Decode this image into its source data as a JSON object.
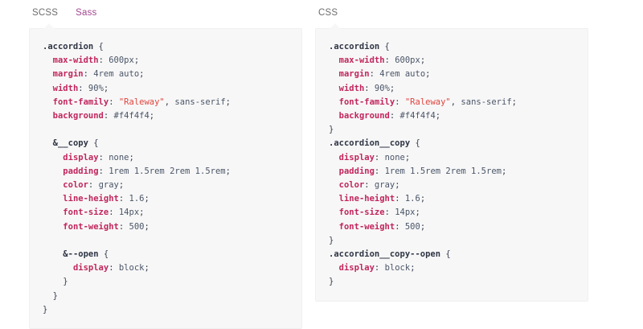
{
  "panels": [
    {
      "id": "scss-panel",
      "tabs": [
        {
          "label": "SCSS",
          "state": "active"
        },
        {
          "label": "Sass",
          "state": "link"
        }
      ],
      "language": "scss",
      "lines": [
        [
          {
            "t": ".accordion",
            "c": "sel"
          },
          {
            "t": " ",
            "c": "punct"
          },
          {
            "t": "{",
            "c": "brace"
          }
        ],
        [
          {
            "t": "  ",
            "c": "punct"
          },
          {
            "t": "max-width",
            "c": "prop"
          },
          {
            "t": ": ",
            "c": "punct"
          },
          {
            "t": "600px",
            "c": "val"
          },
          {
            "t": ";",
            "c": "punct"
          }
        ],
        [
          {
            "t": "  ",
            "c": "punct"
          },
          {
            "t": "margin",
            "c": "prop"
          },
          {
            "t": ": ",
            "c": "punct"
          },
          {
            "t": "4rem auto",
            "c": "val"
          },
          {
            "t": ";",
            "c": "punct"
          }
        ],
        [
          {
            "t": "  ",
            "c": "punct"
          },
          {
            "t": "width",
            "c": "prop"
          },
          {
            "t": ": ",
            "c": "punct"
          },
          {
            "t": "90%",
            "c": "val"
          },
          {
            "t": ";",
            "c": "punct"
          }
        ],
        [
          {
            "t": "  ",
            "c": "punct"
          },
          {
            "t": "font-family",
            "c": "prop"
          },
          {
            "t": ": ",
            "c": "punct"
          },
          {
            "t": "\"Raleway\"",
            "c": "str"
          },
          {
            "t": ", ",
            "c": "punct"
          },
          {
            "t": "sans-serif",
            "c": "val"
          },
          {
            "t": ";",
            "c": "punct"
          }
        ],
        [
          {
            "t": "  ",
            "c": "punct"
          },
          {
            "t": "background",
            "c": "prop"
          },
          {
            "t": ": ",
            "c": "punct"
          },
          {
            "t": "#f4f4f4",
            "c": "val"
          },
          {
            "t": ";",
            "c": "punct"
          }
        ],
        [
          {
            "t": "",
            "c": "punct"
          }
        ],
        [
          {
            "t": "  ",
            "c": "punct"
          },
          {
            "t": "&__copy",
            "c": "sel"
          },
          {
            "t": " ",
            "c": "punct"
          },
          {
            "t": "{",
            "c": "brace"
          }
        ],
        [
          {
            "t": "    ",
            "c": "punct"
          },
          {
            "t": "display",
            "c": "prop"
          },
          {
            "t": ": ",
            "c": "punct"
          },
          {
            "t": "none",
            "c": "val"
          },
          {
            "t": ";",
            "c": "punct"
          }
        ],
        [
          {
            "t": "    ",
            "c": "punct"
          },
          {
            "t": "padding",
            "c": "prop"
          },
          {
            "t": ": ",
            "c": "punct"
          },
          {
            "t": "1rem 1.5rem 2rem 1.5rem",
            "c": "val"
          },
          {
            "t": ";",
            "c": "punct"
          }
        ],
        [
          {
            "t": "    ",
            "c": "punct"
          },
          {
            "t": "color",
            "c": "prop"
          },
          {
            "t": ": ",
            "c": "punct"
          },
          {
            "t": "gray",
            "c": "val"
          },
          {
            "t": ";",
            "c": "punct"
          }
        ],
        [
          {
            "t": "    ",
            "c": "punct"
          },
          {
            "t": "line-height",
            "c": "prop"
          },
          {
            "t": ": ",
            "c": "punct"
          },
          {
            "t": "1.6",
            "c": "val"
          },
          {
            "t": ";",
            "c": "punct"
          }
        ],
        [
          {
            "t": "    ",
            "c": "punct"
          },
          {
            "t": "font-size",
            "c": "prop"
          },
          {
            "t": ": ",
            "c": "punct"
          },
          {
            "t": "14px",
            "c": "val"
          },
          {
            "t": ";",
            "c": "punct"
          }
        ],
        [
          {
            "t": "    ",
            "c": "punct"
          },
          {
            "t": "font-weight",
            "c": "prop"
          },
          {
            "t": ": ",
            "c": "punct"
          },
          {
            "t": "500",
            "c": "val"
          },
          {
            "t": ";",
            "c": "punct"
          }
        ],
        [
          {
            "t": "",
            "c": "punct"
          }
        ],
        [
          {
            "t": "    ",
            "c": "punct"
          },
          {
            "t": "&--open",
            "c": "sel"
          },
          {
            "t": " ",
            "c": "punct"
          },
          {
            "t": "{",
            "c": "brace"
          }
        ],
        [
          {
            "t": "      ",
            "c": "punct"
          },
          {
            "t": "display",
            "c": "prop"
          },
          {
            "t": ": ",
            "c": "punct"
          },
          {
            "t": "block",
            "c": "val"
          },
          {
            "t": ";",
            "c": "punct"
          }
        ],
        [
          {
            "t": "    ",
            "c": "punct"
          },
          {
            "t": "}",
            "c": "brace"
          }
        ],
        [
          {
            "t": "  ",
            "c": "punct"
          },
          {
            "t": "}",
            "c": "brace"
          }
        ],
        [
          {
            "t": "",
            "c": "punct"
          },
          {
            "t": "}",
            "c": "brace"
          }
        ]
      ]
    },
    {
      "id": "css-panel",
      "tabs": [
        {
          "label": "CSS",
          "state": "active"
        }
      ],
      "language": "css",
      "lines": [
        [
          {
            "t": ".accordion",
            "c": "sel"
          },
          {
            "t": " ",
            "c": "punct"
          },
          {
            "t": "{",
            "c": "brace"
          }
        ],
        [
          {
            "t": "  ",
            "c": "punct"
          },
          {
            "t": "max-width",
            "c": "prop"
          },
          {
            "t": ": ",
            "c": "punct"
          },
          {
            "t": "600px",
            "c": "val"
          },
          {
            "t": ";",
            "c": "punct"
          }
        ],
        [
          {
            "t": "  ",
            "c": "punct"
          },
          {
            "t": "margin",
            "c": "prop"
          },
          {
            "t": ": ",
            "c": "punct"
          },
          {
            "t": "4rem auto",
            "c": "val"
          },
          {
            "t": ";",
            "c": "punct"
          }
        ],
        [
          {
            "t": "  ",
            "c": "punct"
          },
          {
            "t": "width",
            "c": "prop"
          },
          {
            "t": ": ",
            "c": "punct"
          },
          {
            "t": "90%",
            "c": "val"
          },
          {
            "t": ";",
            "c": "punct"
          }
        ],
        [
          {
            "t": "  ",
            "c": "punct"
          },
          {
            "t": "font-family",
            "c": "prop"
          },
          {
            "t": ": ",
            "c": "punct"
          },
          {
            "t": "\"Raleway\"",
            "c": "str"
          },
          {
            "t": ", ",
            "c": "punct"
          },
          {
            "t": "sans-serif",
            "c": "val"
          },
          {
            "t": ";",
            "c": "punct"
          }
        ],
        [
          {
            "t": "  ",
            "c": "punct"
          },
          {
            "t": "background",
            "c": "prop"
          },
          {
            "t": ": ",
            "c": "punct"
          },
          {
            "t": "#f4f4f4",
            "c": "val"
          },
          {
            "t": ";",
            "c": "punct"
          }
        ],
        [
          {
            "t": "",
            "c": "punct"
          },
          {
            "t": "}",
            "c": "brace"
          }
        ],
        [
          {
            "t": ".accordion__copy",
            "c": "sel"
          },
          {
            "t": " ",
            "c": "punct"
          },
          {
            "t": "{",
            "c": "brace"
          }
        ],
        [
          {
            "t": "  ",
            "c": "punct"
          },
          {
            "t": "display",
            "c": "prop"
          },
          {
            "t": ": ",
            "c": "punct"
          },
          {
            "t": "none",
            "c": "val"
          },
          {
            "t": ";",
            "c": "punct"
          }
        ],
        [
          {
            "t": "  ",
            "c": "punct"
          },
          {
            "t": "padding",
            "c": "prop"
          },
          {
            "t": ": ",
            "c": "punct"
          },
          {
            "t": "1rem 1.5rem 2rem 1.5rem",
            "c": "val"
          },
          {
            "t": ";",
            "c": "punct"
          }
        ],
        [
          {
            "t": "  ",
            "c": "punct"
          },
          {
            "t": "color",
            "c": "prop"
          },
          {
            "t": ": ",
            "c": "punct"
          },
          {
            "t": "gray",
            "c": "val"
          },
          {
            "t": ";",
            "c": "punct"
          }
        ],
        [
          {
            "t": "  ",
            "c": "punct"
          },
          {
            "t": "line-height",
            "c": "prop"
          },
          {
            "t": ": ",
            "c": "punct"
          },
          {
            "t": "1.6",
            "c": "val"
          },
          {
            "t": ";",
            "c": "punct"
          }
        ],
        [
          {
            "t": "  ",
            "c": "punct"
          },
          {
            "t": "font-size",
            "c": "prop"
          },
          {
            "t": ": ",
            "c": "punct"
          },
          {
            "t": "14px",
            "c": "val"
          },
          {
            "t": ";",
            "c": "punct"
          }
        ],
        [
          {
            "t": "  ",
            "c": "punct"
          },
          {
            "t": "font-weight",
            "c": "prop"
          },
          {
            "t": ": ",
            "c": "punct"
          },
          {
            "t": "500",
            "c": "val"
          },
          {
            "t": ";",
            "c": "punct"
          }
        ],
        [
          {
            "t": "",
            "c": "punct"
          },
          {
            "t": "}",
            "c": "brace"
          }
        ],
        [
          {
            "t": ".accordion__copy--open",
            "c": "sel"
          },
          {
            "t": " ",
            "c": "punct"
          },
          {
            "t": "{",
            "c": "brace"
          }
        ],
        [
          {
            "t": "  ",
            "c": "punct"
          },
          {
            "t": "display",
            "c": "prop"
          },
          {
            "t": ": ",
            "c": "punct"
          },
          {
            "t": "block",
            "c": "val"
          },
          {
            "t": ";",
            "c": "punct"
          }
        ],
        [
          {
            "t": "",
            "c": "punct"
          },
          {
            "t": "}",
            "c": "brace"
          }
        ]
      ]
    }
  ],
  "theme": {
    "page_background": "#ffffff",
    "panel_background": "#f7f7f7",
    "panel_border": "#f0f0f0",
    "tab_inactive_color": "#6d6d6d",
    "tab_link_color": "#a0488f",
    "token_selector": "#2f3545",
    "token_property": "#c2255c",
    "token_value": "#4a5568",
    "token_string": "#e0443e",
    "token_punctuation": "#3b4252"
  }
}
